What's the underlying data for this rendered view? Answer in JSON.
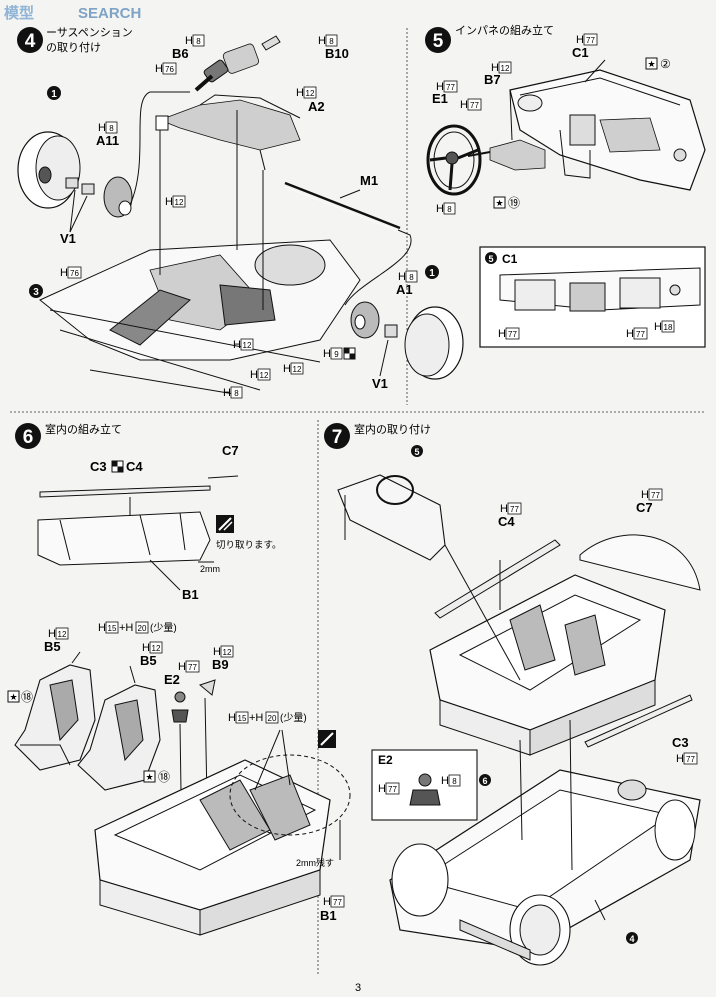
{
  "watermark": {
    "text1": "模型",
    "text2": "SEARCH"
  },
  "page_number": "3",
  "step4": {
    "number": "4",
    "title_line1": "ーサスペンション",
    "title_line2": "の取り付け",
    "labels": {
      "b6": "B6",
      "b10": "B10",
      "a2": "A2",
      "a11": "A11",
      "v1_left": "V1",
      "v1_right": "V1",
      "m1": "M1",
      "a1": "A1",
      "wheel_left": "1",
      "wheel_right": "1",
      "chassis_ref": "3"
    },
    "hcodes": {
      "h8_top": "8",
      "h8_top2": "8",
      "h76_top": "76",
      "h12_a2": "12",
      "h8_a11": "8",
      "h12_center": "12",
      "h76_left": "76",
      "h8_bottom": "8",
      "h12_bottom1": "12",
      "h12_bottom2": "12",
      "h12_bottom3": "12",
      "h8_a1": "8",
      "h9": "9"
    }
  },
  "step5": {
    "number": "5",
    "title": "インパネの組み立て",
    "labels": {
      "c1": "C1",
      "b7": "B7",
      "e1": "E1",
      "star2": "②",
      "star19": "⑲"
    },
    "hcodes": {
      "h77_c1": "77",
      "h12_b7": "12",
      "h77_e1": "77",
      "h77_e1b": "77",
      "h8": "8"
    },
    "inset": {
      "ref": "5",
      "label": "C1",
      "h77_left": "77",
      "h77_right": "77",
      "h18": "18"
    }
  },
  "step6": {
    "number": "6",
    "title": "室内の組み立て",
    "labels": {
      "c3": "C3",
      "c4": "C4",
      "c7": "C7",
      "b1_top": "B1",
      "cut_note": "切り取ります。",
      "dim_2mm": "2mm",
      "b5_left": "B5",
      "b5_right": "B5",
      "e2": "E2",
      "b9": "B9",
      "b1_bottom": "B1",
      "glue_note1": "(少量)",
      "glue_note2": "(少量)",
      "dim_2mm_leave": "2mm残す",
      "star18_left": "⑱",
      "star18_right": "⑱"
    },
    "hcodes": {
      "h12_b5l": "12",
      "h15": "15",
      "h20": "20",
      "h12_b5r": "12",
      "h77_e2": "77",
      "h12_b9": "12",
      "h15b": "15",
      "h20b": "20",
      "h77_b1": "77"
    }
  },
  "step7": {
    "number": "7",
    "title": "室内の取り付け",
    "labels": {
      "dash_ref": "5",
      "c4": "C4",
      "c7": "C7",
      "c3": "C3",
      "ref6": "6",
      "ref4": "4"
    },
    "hcodes": {
      "h77_c4": "77",
      "h77_c7": "77",
      "h77_c3": "77"
    },
    "inset": {
      "label": "E2",
      "h8": "8",
      "h77": "77"
    }
  }
}
